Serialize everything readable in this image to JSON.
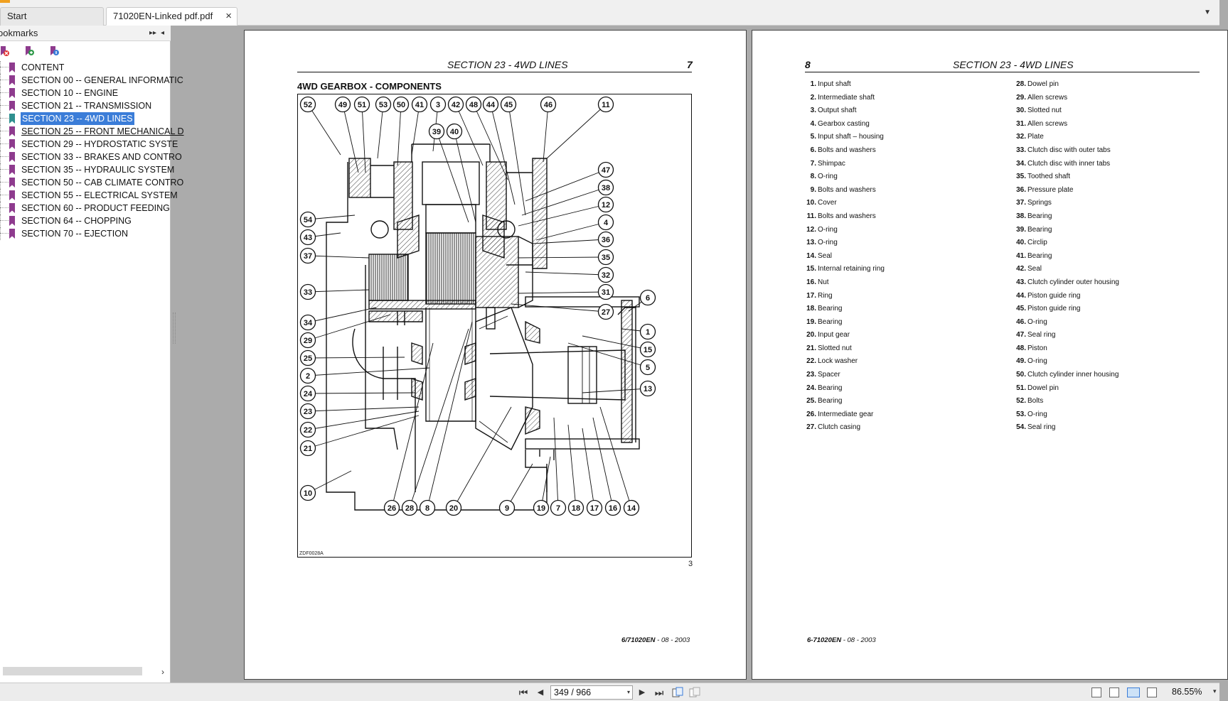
{
  "tabs": [
    {
      "label": "Start",
      "active": false
    },
    {
      "label": "71020EN-Linked pdf.pdf",
      "active": true
    }
  ],
  "tab_close_icon": "×",
  "tab_menu_icon": "▼",
  "bookmarks": {
    "title": "ookmarks",
    "expand_icon": "▸▸",
    "collapse_icon": "◂",
    "tools": [
      "delete-bookmark-icon",
      "add-bookmark-icon",
      "bookmark-properties-icon"
    ],
    "items": [
      {
        "label": "CONTENT",
        "selected": false,
        "underlined": false
      },
      {
        "label": "SECTION 00 -- GENERAL INFORMATIC",
        "selected": false,
        "underlined": false
      },
      {
        "label": "SECTION 10 -- ENGINE",
        "selected": false,
        "underlined": false
      },
      {
        "label": "SECTION 21 -- TRANSMISSION",
        "selected": false,
        "underlined": false
      },
      {
        "label": "SECTION 23 -- 4WD LINES",
        "selected": true,
        "underlined": false
      },
      {
        "label": "SECTION 25 -- FRONT MECHANICAL D",
        "selected": false,
        "underlined": true
      },
      {
        "label": "SECTION 29 -- HYDROSTATIC SYSTE",
        "selected": false,
        "underlined": false
      },
      {
        "label": "SECTION 33 -- BRAKES AND CONTRO",
        "selected": false,
        "underlined": false
      },
      {
        "label": "SECTION 35 -- HYDRAULIC SYSTEM",
        "selected": false,
        "underlined": false
      },
      {
        "label": "SECTION 50 -- CAB CLIMATE CONTRO",
        "selected": false,
        "underlined": false
      },
      {
        "label": "SECTION 55 -- ELECTRICAL SYSTEM",
        "selected": false,
        "underlined": false
      },
      {
        "label": "SECTION 60 -- PRODUCT FEEDING",
        "selected": false,
        "underlined": false
      },
      {
        "label": "SECTION 64 -- CHOPPING",
        "selected": false,
        "underlined": false
      },
      {
        "label": "SECTION 70 -- EJECTION",
        "selected": false,
        "underlined": false
      }
    ],
    "scroll_right_icon": "›"
  },
  "left_page": {
    "section_header": "SECTION 23 - 4WD LINES",
    "page_number": "7",
    "figure_title": "4WD GEARBOX - COMPONENTS",
    "figure_code": "ZDF0028A",
    "figure_number": "3",
    "footer_code": "6/71020EN",
    "footer_date": " - 08 - 2003",
    "callouts": [
      "52",
      "49",
      "51",
      "53",
      "50",
      "41",
      "3",
      "42",
      "48",
      "44",
      "45",
      "46",
      "11",
      "39",
      "40",
      "47",
      "38",
      "12",
      "4",
      "54",
      "43",
      "36",
      "37",
      "35",
      "32",
      "33",
      "31",
      "6",
      "34",
      "27",
      "29",
      "1",
      "15",
      "25",
      "5",
      "2",
      "24",
      "13",
      "23",
      "22",
      "21",
      "10",
      "26",
      "28",
      "8",
      "20",
      "9",
      "19",
      "7",
      "18",
      "17",
      "16",
      "14"
    ]
  },
  "right_page": {
    "page_number": "8",
    "section_header": "SECTION 23 - 4WD LINES",
    "footer_code": "6-71020EN",
    "footer_date": " - 08 - 2003",
    "legend_left": [
      {
        "num": "1.",
        "text": "Input shaft"
      },
      {
        "num": "2.",
        "text": "Intermediate shaft"
      },
      {
        "num": "3.",
        "text": "Output shaft"
      },
      {
        "num": "4.",
        "text": "Gearbox casting"
      },
      {
        "num": "5.",
        "text": "Input shaft – housing"
      },
      {
        "num": "6.",
        "text": "Bolts and washers"
      },
      {
        "num": "7.",
        "text": "Shimpac"
      },
      {
        "num": "8.",
        "text": "O-ring"
      },
      {
        "num": "9.",
        "text": "Bolts and washers"
      },
      {
        "num": "10.",
        "text": "Cover"
      },
      {
        "num": "11.",
        "text": "Bolts and washers"
      },
      {
        "num": "12.",
        "text": "O-ring"
      },
      {
        "num": "13.",
        "text": "O-ring"
      },
      {
        "num": "14.",
        "text": "Seal"
      },
      {
        "num": "15.",
        "text": "Internal retaining ring"
      },
      {
        "num": "16.",
        "text": "Nut"
      },
      {
        "num": "17.",
        "text": "Ring"
      },
      {
        "num": "18.",
        "text": "Bearing"
      },
      {
        "num": "19.",
        "text": "Bearing"
      },
      {
        "num": "20.",
        "text": "Input gear"
      },
      {
        "num": "21.",
        "text": "Slotted nut"
      },
      {
        "num": "22.",
        "text": "Lock washer"
      },
      {
        "num": "23.",
        "text": "Spacer"
      },
      {
        "num": "24.",
        "text": "Bearing"
      },
      {
        "num": "25.",
        "text": "Bearing"
      },
      {
        "num": "26.",
        "text": "Intermediate gear"
      },
      {
        "num": "27.",
        "text": "Clutch casing"
      }
    ],
    "legend_right": [
      {
        "num": "28.",
        "text": "Dowel pin"
      },
      {
        "num": "29.",
        "text": "Allen screws"
      },
      {
        "num": "30.",
        "text": "Slotted nut"
      },
      {
        "num": "31.",
        "text": "Allen screws"
      },
      {
        "num": "32.",
        "text": "Plate"
      },
      {
        "num": "33.",
        "text": "Clutch disc with outer tabs"
      },
      {
        "num": "34.",
        "text": "Clutch disc with inner tabs"
      },
      {
        "num": "35.",
        "text": "Toothed shaft"
      },
      {
        "num": "36.",
        "text": "Pressure plate"
      },
      {
        "num": "37.",
        "text": "Springs"
      },
      {
        "num": "38.",
        "text": "Bearing"
      },
      {
        "num": "39.",
        "text": "Bearing"
      },
      {
        "num": "40.",
        "text": "Circlip"
      },
      {
        "num": "41.",
        "text": "Bearing"
      },
      {
        "num": "42.",
        "text": "Seal"
      },
      {
        "num": "43.",
        "text": "Clutch cylinder outer housing"
      },
      {
        "num": "44.",
        "text": "Piston guide ring"
      },
      {
        "num": "45.",
        "text": "Piston guide ring"
      },
      {
        "num": "46.",
        "text": "O-ring"
      },
      {
        "num": "47.",
        "text": "Seal ring"
      },
      {
        "num": "48.",
        "text": "Piston"
      },
      {
        "num": "49.",
        "text": "O-ring"
      },
      {
        "num": "50.",
        "text": "Clutch cylinder inner housing"
      },
      {
        "num": "51.",
        "text": "Dowel pin"
      },
      {
        "num": "52.",
        "text": "Bolts"
      },
      {
        "num": "53.",
        "text": "O-ring"
      },
      {
        "num": "54.",
        "text": "Seal ring"
      }
    ]
  },
  "status_bar": {
    "first_page_icon": "⏮",
    "prev_page_icon": "◀",
    "page_field": "349 / 966",
    "page_dropdown_icon": "▾",
    "next_page_icon": "▶",
    "last_page_icon": "⏭",
    "zoom": "86.55%",
    "zoom_dropdown_icon": "▾"
  },
  "colors": {
    "selection": "#3b7dd8",
    "bookmark_icon": "#8e3b8e",
    "selected_bookmark_icon": "#2f8f8f",
    "workspace": "#ababab"
  }
}
